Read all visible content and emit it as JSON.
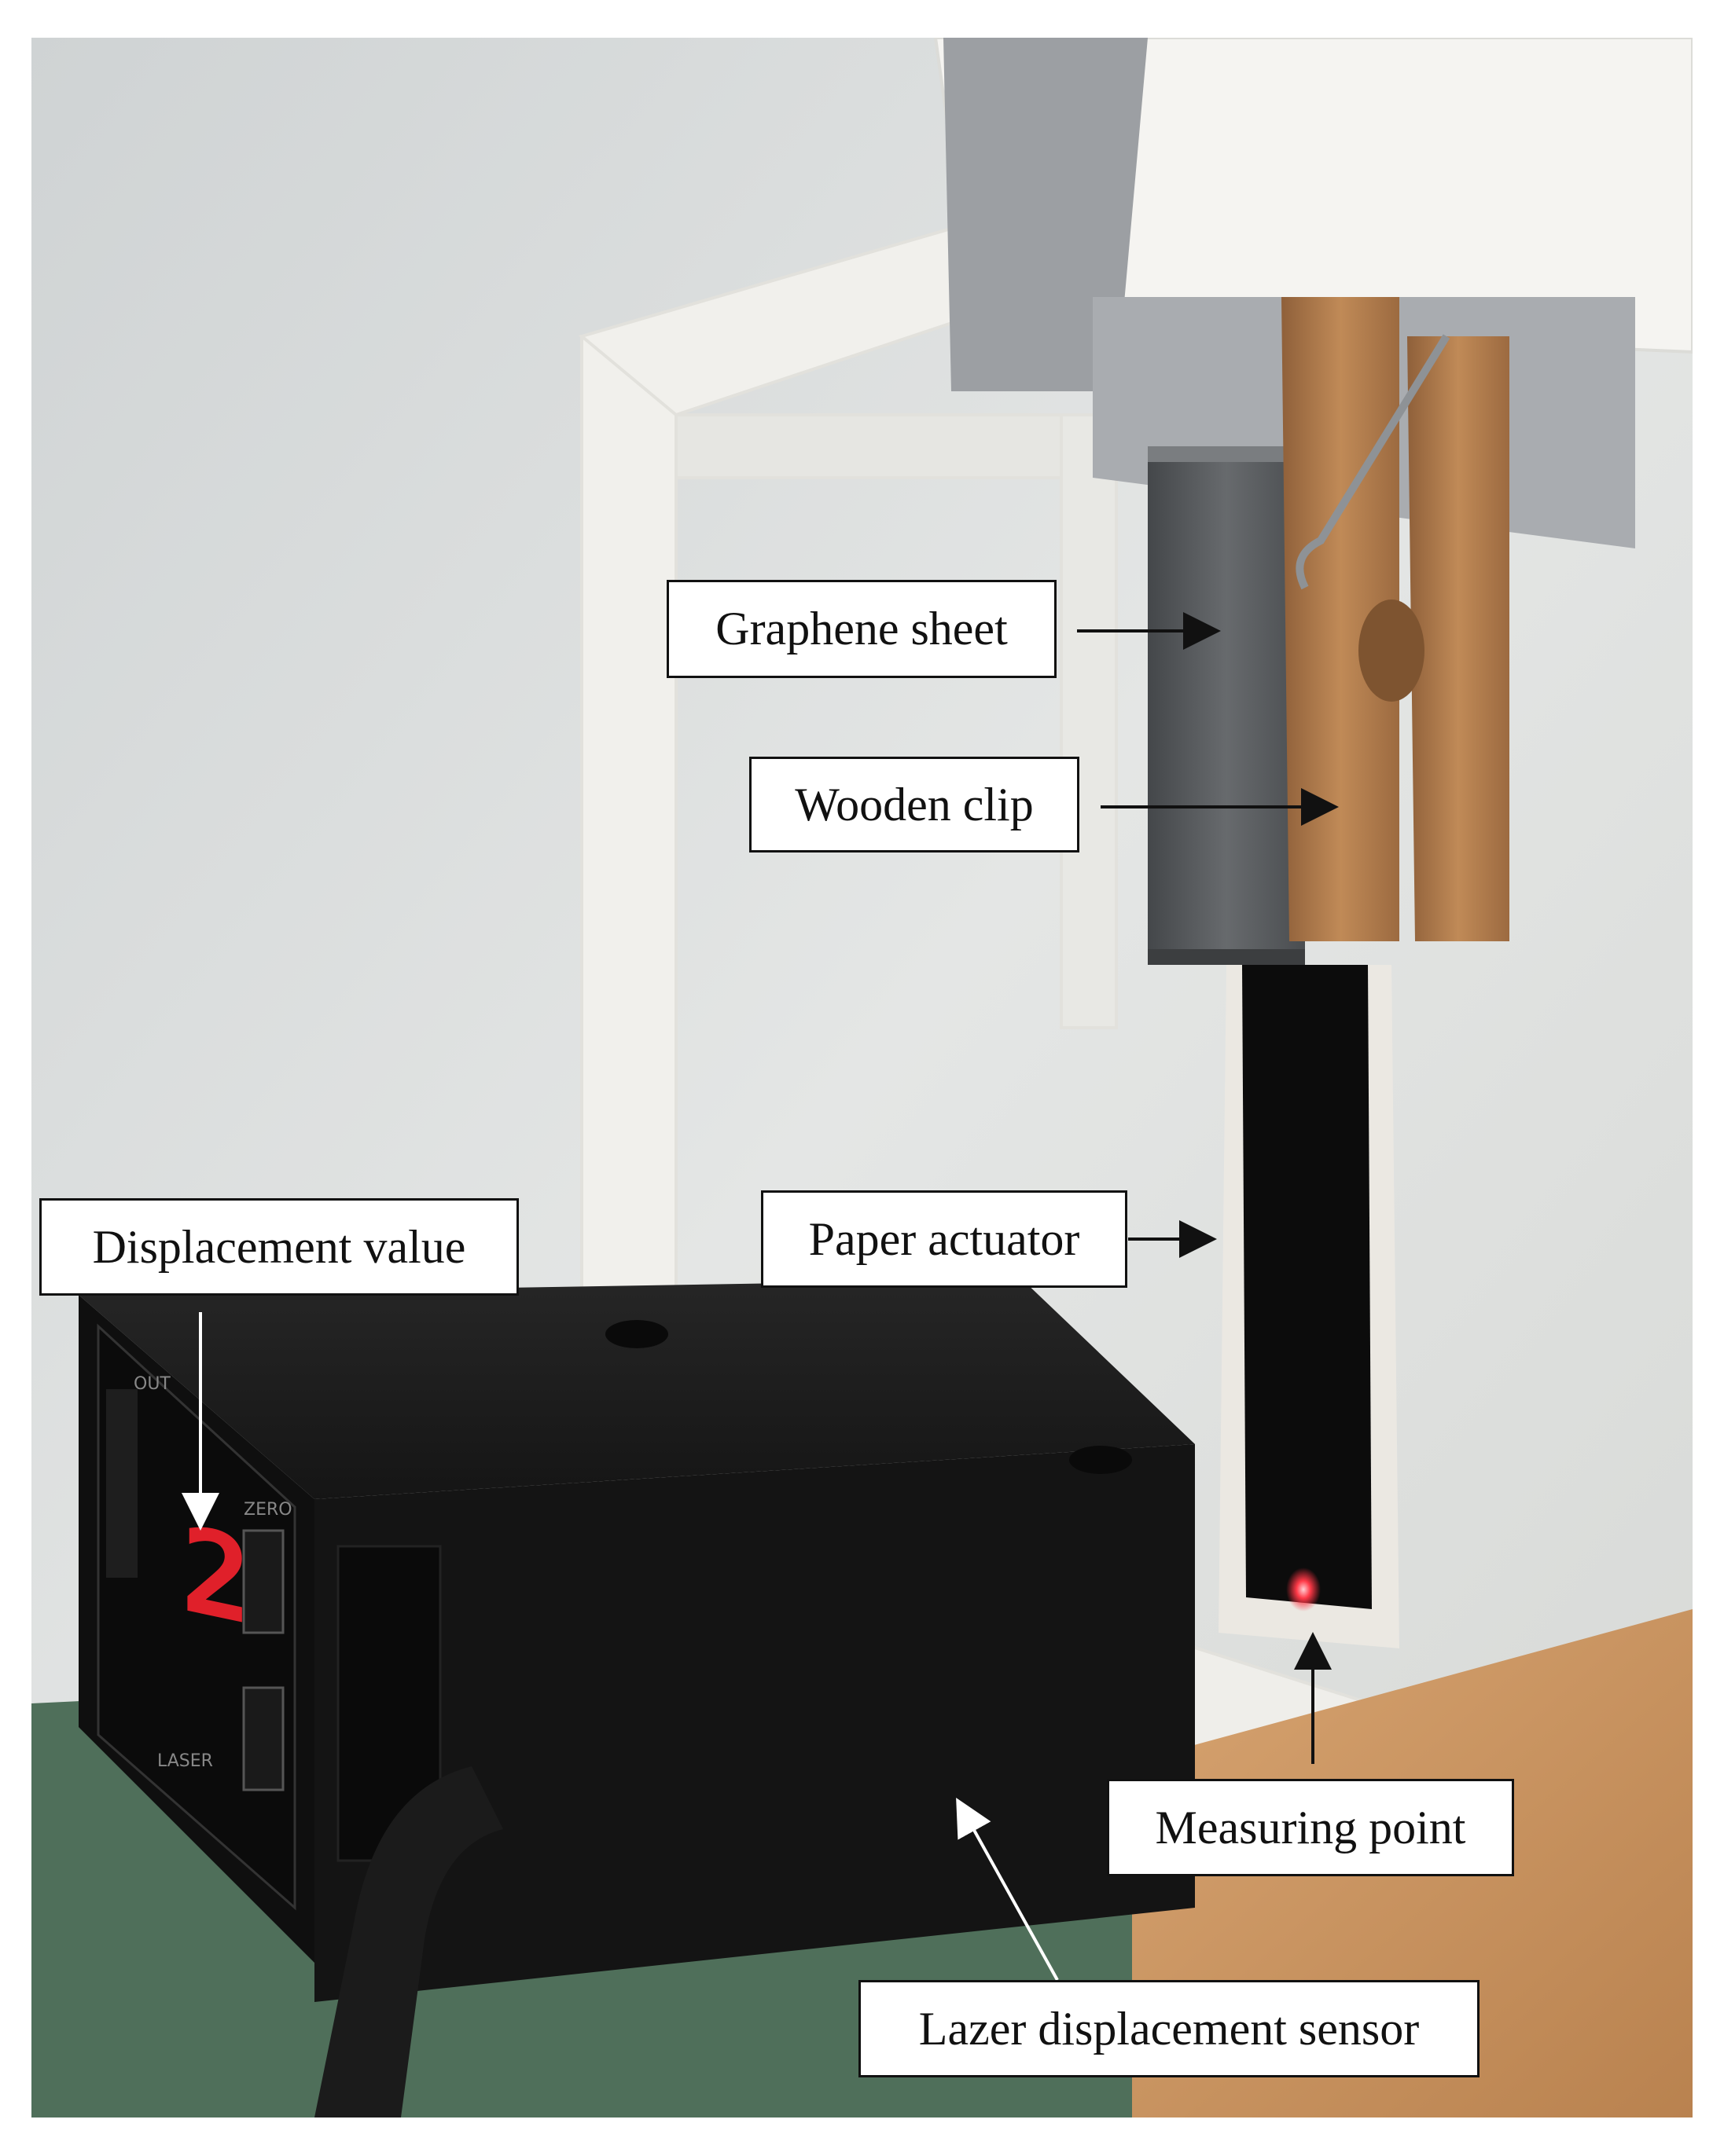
{
  "labels": {
    "graphene_sheet": "Graphene sheet",
    "wooden_clip": "Wooden clip",
    "paper_actuator": "Paper actuator",
    "displacement_value": "Displacement value",
    "measuring_point": "Measuring point",
    "lazer_sensor": "Lazer displacement sensor"
  },
  "sensor_display": {
    "digit": "2",
    "out_label": "OUT",
    "zero_label": "ZERO",
    "laser_label": "LASER"
  },
  "colors": {
    "background_wall": "#d9dcda",
    "frame_white": "#f4f3ef",
    "graphene_gray": "#5a5d60",
    "wood": "#b07d4e",
    "actuator_black": "#0c0c0c",
    "sensor_black": "#121212",
    "display_red": "#e0202a",
    "laser_spot": "#ff3040",
    "table_green": "#4d6d58",
    "table_wood": "#c99463"
  }
}
